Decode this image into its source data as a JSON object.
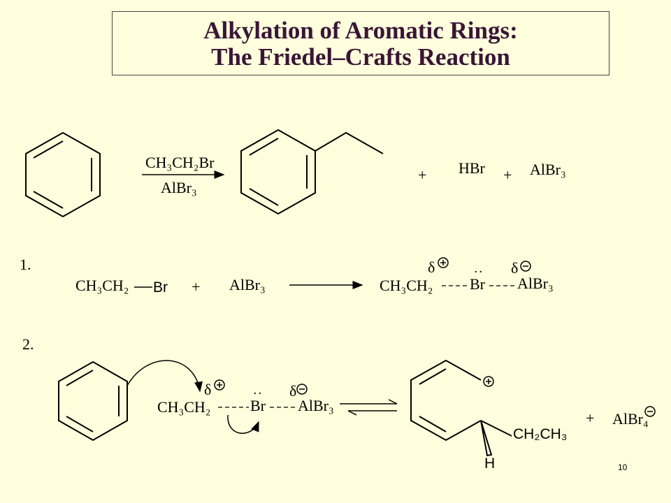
{
  "title": {
    "line1": "Alkylation of Aromatic Rings:",
    "line2": "The Friedel–Crafts Reaction"
  },
  "overall": {
    "reagent_above": "CH₃CH₂Br",
    "reagent_below": "AlBr₃",
    "plus1": "+",
    "byproduct1": "HBr",
    "plus2": "+",
    "byproduct2": "AlBr₃"
  },
  "step1": {
    "number": "1.",
    "reactant1_prefix": "CH₃CH₂",
    "reactant1_leaving": "Br",
    "plus": "+",
    "reactant2": "AlBr₃",
    "complex_alkyl": "CH₃CH₂",
    "complex_br": "Br",
    "complex_al": "AlBr₃",
    "delta_plus": "δ",
    "delta_minus": "δ",
    "lone_pair": ". ."
  },
  "step2": {
    "number": "2.",
    "complex_alkyl": "CH₃CH₂",
    "complex_br": "Br",
    "complex_al": "AlBr₃",
    "delta_plus": "δ",
    "delta_minus": "δ",
    "lone_pair": ". .",
    "substituent": "CH₂CH₃",
    "hydrogen": "H",
    "plus": "+",
    "product": "AlBr₄"
  },
  "slide_number": "10"
}
